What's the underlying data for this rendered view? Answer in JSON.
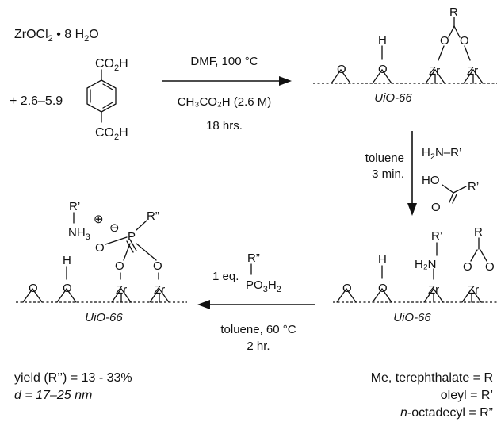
{
  "reagents": {
    "zr_salt_a": "ZrOCl",
    "zr_salt_sub": "2",
    "zr_salt_b": " • 8 H",
    "zr_salt_sub2": "2",
    "zr_salt_c": "O",
    "equiv": "+ 2.6–5.9",
    "co2h_a": "CO",
    "co2h_sub": "2",
    "co2h_b": "H"
  },
  "step1": {
    "line1": "DMF, 100 °C",
    "line2": "CH₃CO₂H (2.6 M)",
    "line3": "18 hrs."
  },
  "step2": {
    "solvent": "toluene",
    "time": "3 min.",
    "amine_a": "H",
    "amine_sub": "2",
    "amine_b": "N–R’",
    "acid": "HO",
    "acid_r": "R’",
    "acid_o": "O"
  },
  "step3": {
    "equiv": "1 eq.",
    "r2": "R”",
    "po3h2_a": "PO",
    "po3h2_sub": "3",
    "po3h2_b": "H",
    "po3h2_sub2": "2",
    "line1": "toluene, 60 °C",
    "line2": "2 hr."
  },
  "surface": {
    "label": "UiO-66",
    "zr": "Zr",
    "o": "O",
    "h": "H",
    "r": "R",
    "r1": "R’",
    "r2": "R”",
    "h2n": "H₂N",
    "nh3_a": "NH",
    "nh3_sub": "3",
    "plus": "⊕",
    "minus": "⊖",
    "p": "P"
  },
  "results": {
    "yield": "yield (R’’) = 13 - 33%",
    "d_var": "d",
    "d_rest": " = 17–25 nm"
  },
  "legend": {
    "line1": "Me, terephthalate = R",
    "line2": "oleyl = R’",
    "line3_it": "n",
    "line3_rest": "-octadecyl = R”"
  }
}
